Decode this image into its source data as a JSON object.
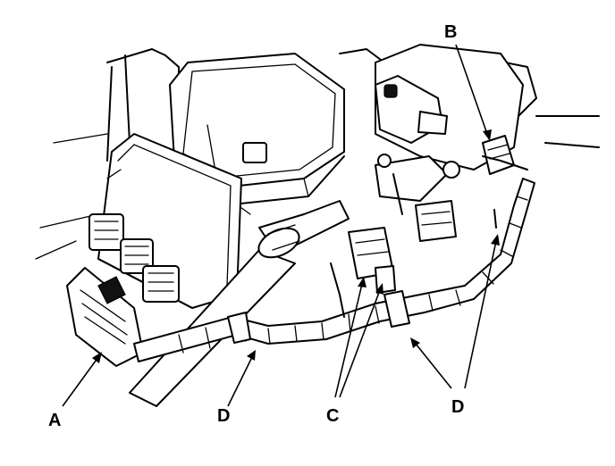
{
  "labels": {
    "a": "A",
    "b": "B",
    "c": "C",
    "d_left": "D",
    "d_right": "D"
  }
}
